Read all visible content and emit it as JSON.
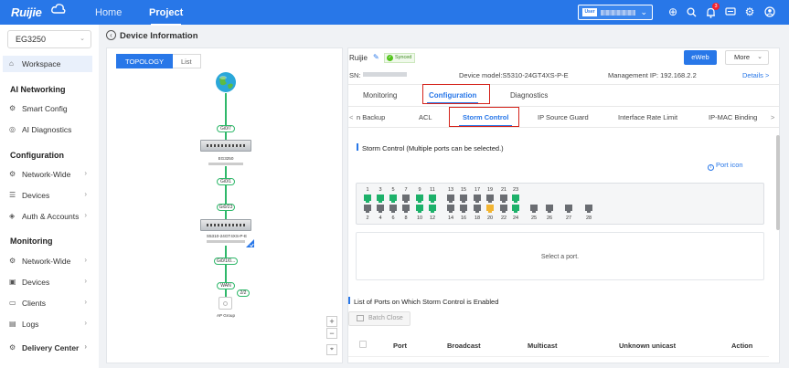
{
  "topbar": {
    "logo": "Ruijie",
    "nav_home": "Home",
    "nav_project": "Project",
    "account_tag": "User",
    "notification_count": "3"
  },
  "sidebar": {
    "project": "EG3250",
    "workspace": "Workspace",
    "sec_ai": "AI Networking",
    "smart_config": "Smart Config",
    "ai_diag": "AI Diagnostics",
    "sec_config": "Configuration",
    "network_wide": "Network-Wide",
    "devices": "Devices",
    "auth": "Auth & Accounts",
    "sec_monitoring": "Monitoring",
    "m_network_wide": "Network-Wide",
    "m_devices": "Devices",
    "clients": "Clients",
    "logs": "Logs",
    "delivery": "Delivery Center"
  },
  "page": {
    "title": "Device Information"
  },
  "topology": {
    "view_topology": "TOPOLOGY",
    "view_list": "List",
    "gateway_name": "EG3250",
    "switch_name": "S5310-24GT4XS-P-E",
    "port_gi0_7": "Gi0/7",
    "port_gi0_1": "Gi0/1",
    "port_gi0_23": "Gi0/23",
    "port_gi0_1_0": "Gi0/1/0...",
    "port_wan": "WAN",
    "ap_group_count": "2/2",
    "ap_group": "AP Group",
    "zoom_in": "+",
    "zoom_out": "−"
  },
  "device": {
    "brand": "Ruijie",
    "sync_status": "Synced",
    "sn_label": "SN:",
    "model_label": "Device model:S5310-24GT4XS-P-E",
    "mgmt_label": "Management IP: 192.168.2.2",
    "details": "Details >",
    "eweb": "eWeb",
    "more": "More"
  },
  "tabs": {
    "monitoring": "Monitoring",
    "configuration": "Configuration",
    "diagnostics": "Diagnostics"
  },
  "subtabs": {
    "prev": "<",
    "backup": "n Backup",
    "acl": "ACL",
    "storm": "Storm Control",
    "source_guard": "IP Source Guard",
    "rate_limit": "Interface Rate Limit",
    "ipmac": "IP-MAC Binding",
    "next": ">"
  },
  "storm": {
    "title": "Storm Control (Multiple ports can be selected.)",
    "port_icon": "Port icon",
    "top_ports": [
      "1",
      "3",
      "5",
      "7",
      "9",
      "11",
      "13",
      "15",
      "17",
      "19",
      "21",
      "23"
    ],
    "bottom_ports": [
      "2",
      "4",
      "6",
      "8",
      "10",
      "12",
      "14",
      "16",
      "18",
      "20",
      "22",
      "24"
    ],
    "sfp_ports": [
      "25",
      "26",
      "27",
      "28"
    ],
    "top_status": [
      "g",
      "g",
      "g",
      "d",
      "g",
      "g",
      "d",
      "d",
      "d",
      "d",
      "d",
      "g"
    ],
    "bottom_status": [
      "d",
      "d",
      "d",
      "d",
      "g",
      "g",
      "d",
      "d",
      "d",
      "y",
      "d",
      "g"
    ],
    "select_hint": "Select a port.",
    "list_title": "List of Ports on Which Storm Control is Enabled",
    "batch_close": "Batch Close",
    "columns": [
      "Port",
      "Broadcast",
      "Multicast",
      "Unknown unicast",
      "Action"
    ]
  },
  "colors": {
    "primary": "#2877e8",
    "up": "#1db16a",
    "down": "#6a6d72",
    "poe": "#f2b532",
    "highlight": "#d4221a"
  }
}
